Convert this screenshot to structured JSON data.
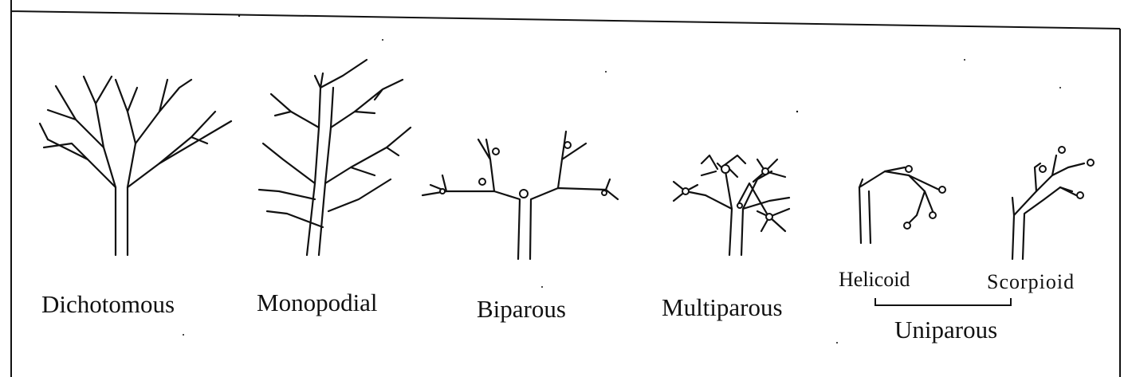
{
  "figure": {
    "labels": {
      "dichotomous": "Dichotomous",
      "monopodial": "Monopodial",
      "biparous": "Biparous",
      "multiparous": "Multiparous",
      "helicoid": "Helicoid",
      "scorpioid": "Scorpioid",
      "uniparous": "Uniparous"
    }
  }
}
